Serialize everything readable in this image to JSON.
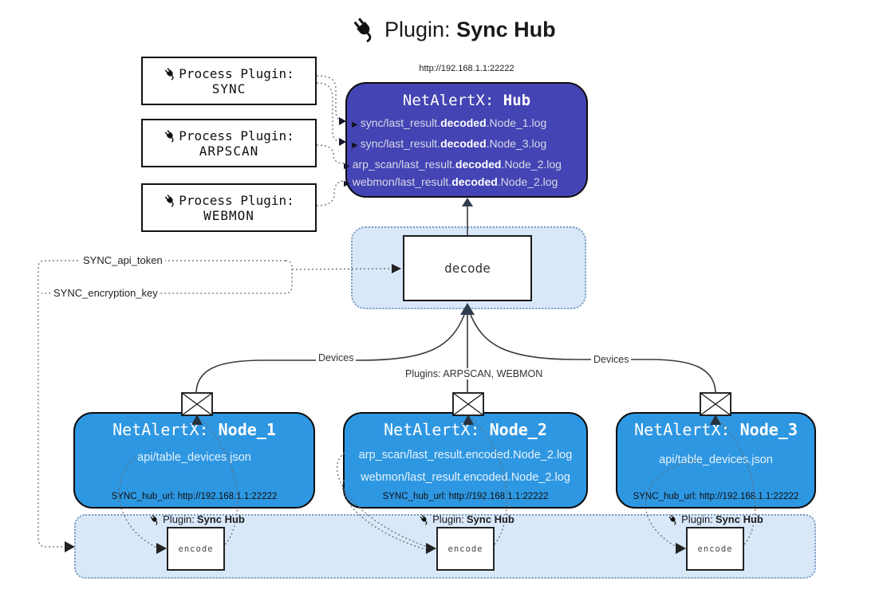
{
  "title": {
    "prefix": "Plugin:",
    "name": "Sync Hub"
  },
  "hub": {
    "url_label": "http://192.168.1.1:22222",
    "title_prefix": "NetAlertX:",
    "title_name": "Hub",
    "bullet": "▶",
    "files": [
      {
        "pre": "sync/last_result.",
        "mid": "decoded",
        "post": ".Node_1.log"
      },
      {
        "pre": "sync/last_result.",
        "mid": "decoded",
        "post": ".Node_3.log"
      },
      {
        "pre": "arp_scan/last_result.",
        "mid": "decoded",
        "post": ".Node_2.log"
      },
      {
        "pre": "webmon/last_result.",
        "mid": "decoded",
        "post": ".Node_2.log"
      }
    ]
  },
  "process_plugins": [
    {
      "line1": "Process Plugin:",
      "name": "SYNC"
    },
    {
      "line1": "Process Plugin:",
      "name": "ARPSCAN"
    },
    {
      "line1": "Process Plugin:",
      "name": "WEBMON"
    }
  ],
  "decode": {
    "label": "decode"
  },
  "keys": {
    "api_token": "SYNC_api_token",
    "encryption_key": "SYNC_encryption_key"
  },
  "edges": {
    "devices_left": "Devices",
    "devices_right": "Devices",
    "plugins_mid": "Plugins: ARPSCAN, WEBMON"
  },
  "nodes": [
    {
      "title_prefix": "NetAlertX:",
      "title_name": "Node_1",
      "files": [
        "api/table_devices.json"
      ],
      "hub_url": "SYNC_hub_url: http://192.168.1.1:22222"
    },
    {
      "title_prefix": "NetAlertX:",
      "title_name": "Node_2",
      "files": [
        "arp_scan/last_result.encoded.Node_2.log",
        "webmon/last_result.encoded.Node_2.log"
      ],
      "hub_url": "SYNC_hub_url: http://192.168.1.1:22222"
    },
    {
      "title_prefix": "NetAlertX:",
      "title_name": "Node_3",
      "files": [
        "api/table_devices.json"
      ],
      "hub_url": "SYNC_hub_url: http://192.168.1.1:22222"
    }
  ],
  "encode_band": {
    "plugin_label_prefix": "Plugin:",
    "plugin_label_name": "Sync Hub",
    "encode_label": "encode"
  },
  "icons": {
    "plug": "power-plug",
    "envelope": "closed-envelope"
  },
  "colors": {
    "hub_fill": "#4444b4",
    "node_fill": "#2e97e2",
    "band_fill": "#d9e8f9",
    "band_border": "#7d9cc0"
  }
}
